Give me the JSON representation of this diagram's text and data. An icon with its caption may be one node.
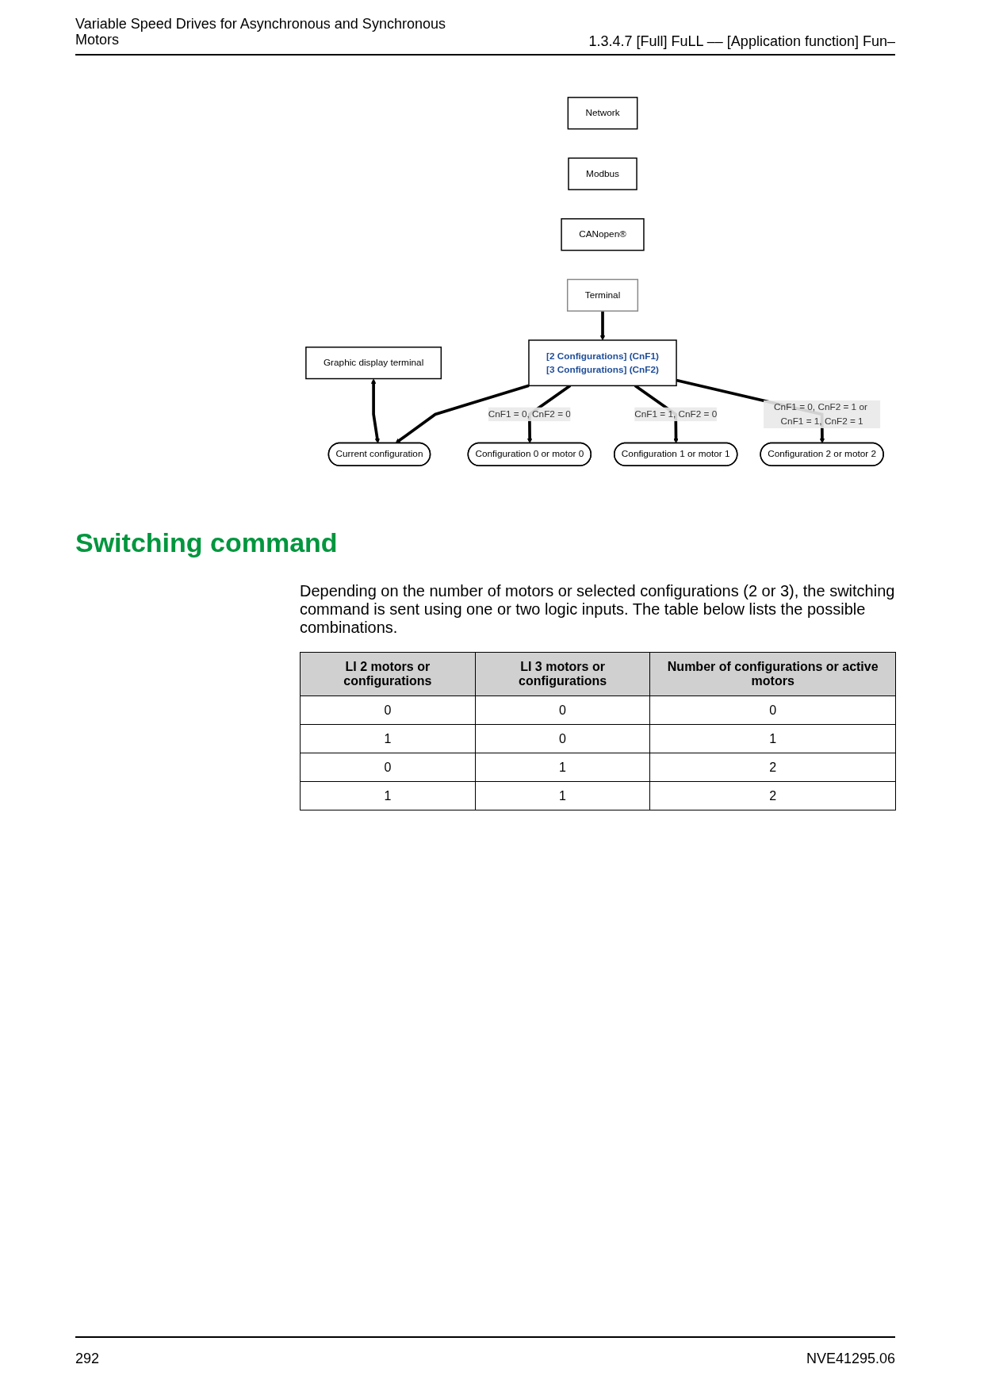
{
  "diagram": {
    "nodes": [
      {
        "text": [
          "Graphic display terminal"
        ]
      },
      {
        "text": [
          "Current configuration"
        ]
      },
      {
        "text": [
          "Network"
        ]
      },
      {
        "text": [
          "Modbus"
        ]
      },
      {
        "text": [
          "CANopen®"
        ]
      },
      {
        "text": [
          "Terminal"
        ]
      },
      {
        "text": [
          "[2 Configurations] (CnF1)",
          "[3 Configurations] (CnF2)"
        ]
      },
      {
        "text": [
          "Configuration 0 or motor 0"
        ]
      },
      {
        "text": [
          "Configuration 1 or motor 1"
        ]
      },
      {
        "text": [
          "Configuration 2 or motor 2"
        ]
      }
    ],
    "edges": [
      {
        "from": 0,
        "to": 1,
        "arrow": "both"
      },
      {
        "from": 6,
        "to": 1,
        "arrow": "to"
      },
      {
        "from": 5,
        "to": 6,
        "arrow": "to"
      },
      {
        "from": 6,
        "to": 7,
        "arrow": "to",
        "label": "CnF1 = 0, CnF2 = 0"
      },
      {
        "from": 6,
        "to": 8,
        "arrow": "to",
        "label": "CnF1 = 1, CnF2 = 0"
      },
      {
        "from": 6,
        "to": 9,
        "arrow": "to",
        "label": "CnF1 = 0, CnF2 = 1 or CnF1 = 1, CnF2 = 1"
      }
    ],
    "labels": [
      "Variable Speed Drives for Asynchronous and Synchronous Motors",
      "1.3.4.7 [Full] FuLL –– [Application function] Fun–",
      "Switching command",
      "Depending on the number of motors or selected configurations (2 or 3), the switching command is sent using one or two logic inputs. The table below lists the possible combinations.",
      "LI 2 motors or configurations",
      "LI 3 motors or configurations",
      "Number of configurations or active motors",
      "0",
      "0",
      "0",
      "1",
      "0",
      "1",
      "0",
      "1",
      "2",
      "1",
      "1",
      "2",
      "292",
      "NVE41295.06"
    ]
  }
}
